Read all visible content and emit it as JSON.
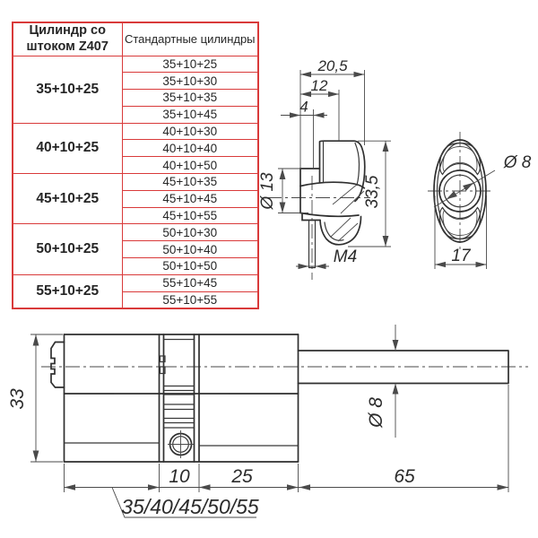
{
  "table": {
    "border_color": "#d93a3a",
    "header": {
      "col1": "Цилиндр со штоком Z407",
      "col2": "Стандартные цилиндры"
    },
    "groups": [
      {
        "label": "35+10+25",
        "options": [
          "35+10+25",
          "35+10+30",
          "35+10+35",
          "35+10+45"
        ]
      },
      {
        "label": "40+10+25",
        "options": [
          "40+10+30",
          "40+10+40",
          "40+10+50"
        ]
      },
      {
        "label": "45+10+25",
        "options": [
          "45+10+35",
          "45+10+45",
          "45+10+55"
        ]
      },
      {
        "label": "50+10+25",
        "options": [
          "50+10+30",
          "50+10+40",
          "50+10+50"
        ]
      },
      {
        "label": "55+10+25",
        "options": [
          "55+10+45",
          "55+10+55"
        ]
      }
    ]
  },
  "knob_drawing": {
    "dims": {
      "total_width": "20,5",
      "mid_width": "12",
      "small_width": "4",
      "neck_diameter": "Ø 13",
      "height": "33,5",
      "thread": "M4",
      "hole_diameter": "Ø 8",
      "face_width": "17"
    }
  },
  "cylinder_drawing": {
    "dims": {
      "body_height": "33",
      "cam_width": "10",
      "right_length": "25",
      "rod_length": "65",
      "rod_diameter": "Ø 8",
      "left_length_options": "35/40/45/50/55"
    }
  }
}
